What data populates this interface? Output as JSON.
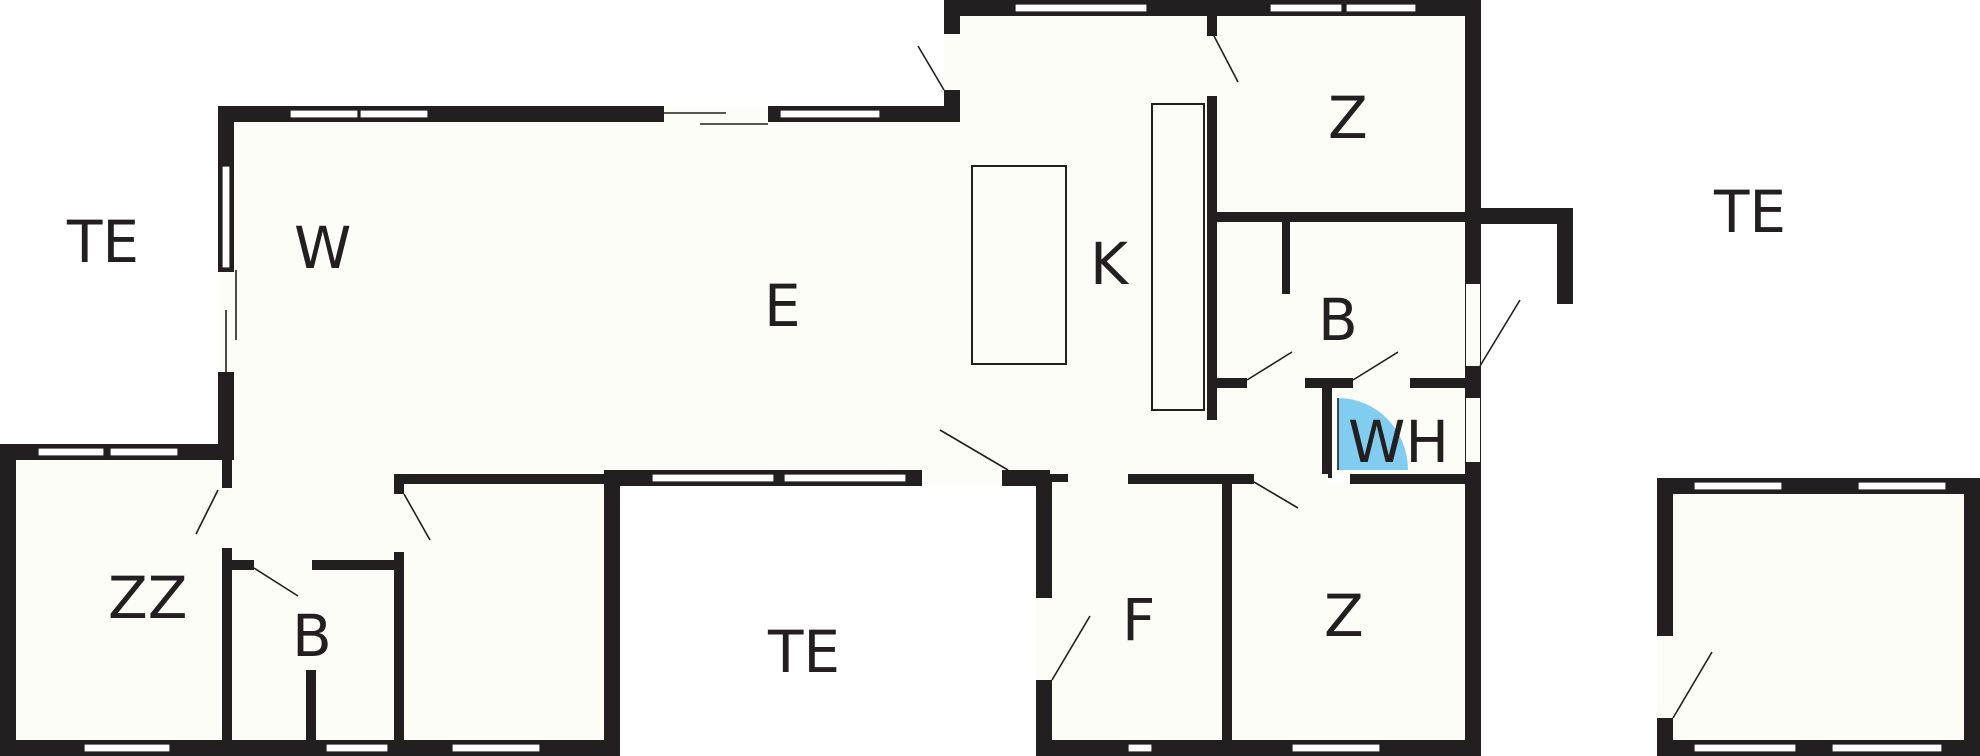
{
  "labels": {
    "terrace_west": "TE",
    "terrace_east": "TE",
    "terrace_south": "TE",
    "living_room": "W",
    "dining_room": "E",
    "kitchen": "K",
    "bedroom_north": "Z",
    "bathroom_east": "B",
    "utility": "WH",
    "bedroom_east": "Z",
    "hall": "F",
    "bedroom_west": "ZZ",
    "bathroom_west": "B"
  },
  "colors": {
    "wall": "#231f20",
    "floor": "#fdfdf8",
    "shower": "#80cdf0"
  }
}
